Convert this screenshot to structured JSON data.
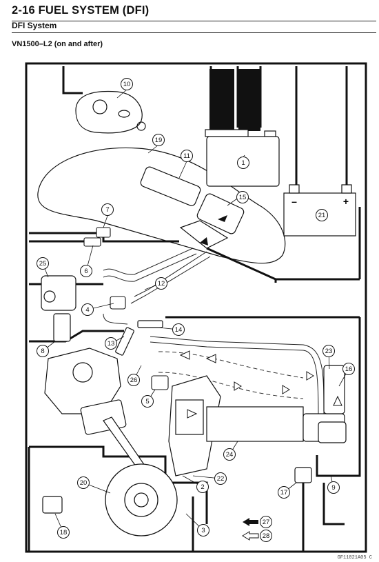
{
  "header": {
    "title": "2-16 FUEL SYSTEM (DFI)",
    "subtitle": "DFI System"
  },
  "model_label": "VN1500–L2 (on and after)",
  "diagram": {
    "callouts": [
      "1",
      "2",
      "3",
      "4",
      "5",
      "6",
      "7",
      "8",
      "9",
      "10",
      "11",
      "12",
      "13",
      "14",
      "15",
      "16",
      "17",
      "18",
      "19",
      "20",
      "21",
      "22",
      "23",
      "24",
      "25",
      "26",
      "27",
      "28"
    ],
    "battery_symbols": {
      "negative": "–",
      "positive": "+"
    },
    "legend_arrows": [
      "solid-arrow-icon",
      "hollow-arrow-icon"
    ]
  },
  "footer": {
    "code": "GF11021A05 C"
  }
}
